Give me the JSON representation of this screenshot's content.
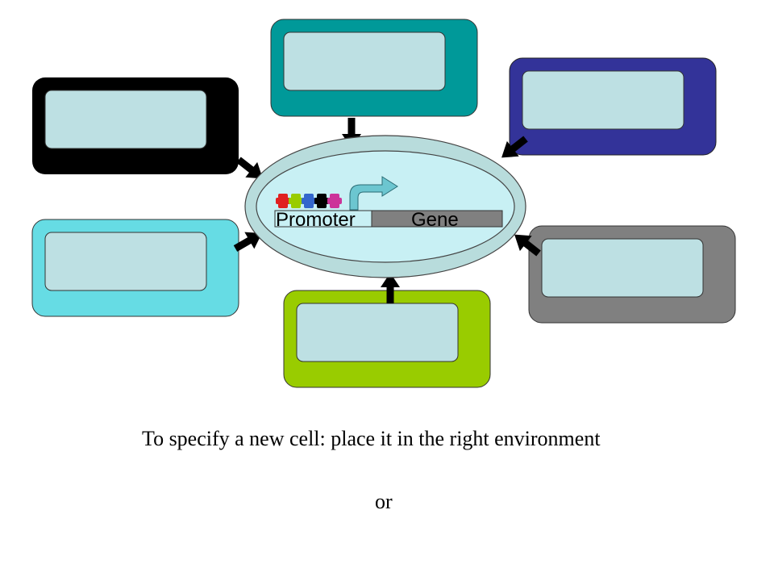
{
  "diagram": {
    "promoter_label": "Promoter",
    "gene_label": "Gene",
    "colors": {
      "background": "#ffffff",
      "nucleus_outer": "#b8dcdc",
      "nucleus_inner": "#c8f0f4",
      "box_inner": "#bde0e3",
      "gene_bar": "#808080",
      "promoter_arrow": "#6cc6d0",
      "arrow": "#000000",
      "box_top_left": "#000000",
      "box_top_center": "#009999",
      "box_top_right": "#333399",
      "box_left": "#66dce4",
      "box_bottom_center": "#99cc00",
      "box_right": "#808080"
    },
    "binding_sites": [
      {
        "color": "#e02020",
        "icon": "red-site-icon"
      },
      {
        "color": "#99cc00",
        "icon": "green-site-icon"
      },
      {
        "color": "#3366cc",
        "icon": "blue-site-icon"
      },
      {
        "color": "#000000",
        "icon": "black-site-icon"
      },
      {
        "color": "#cc3399",
        "icon": "magenta-site-icon"
      }
    ]
  },
  "caption": {
    "line1": "To specify a new cell: place it in the right environment",
    "line2": "or"
  }
}
